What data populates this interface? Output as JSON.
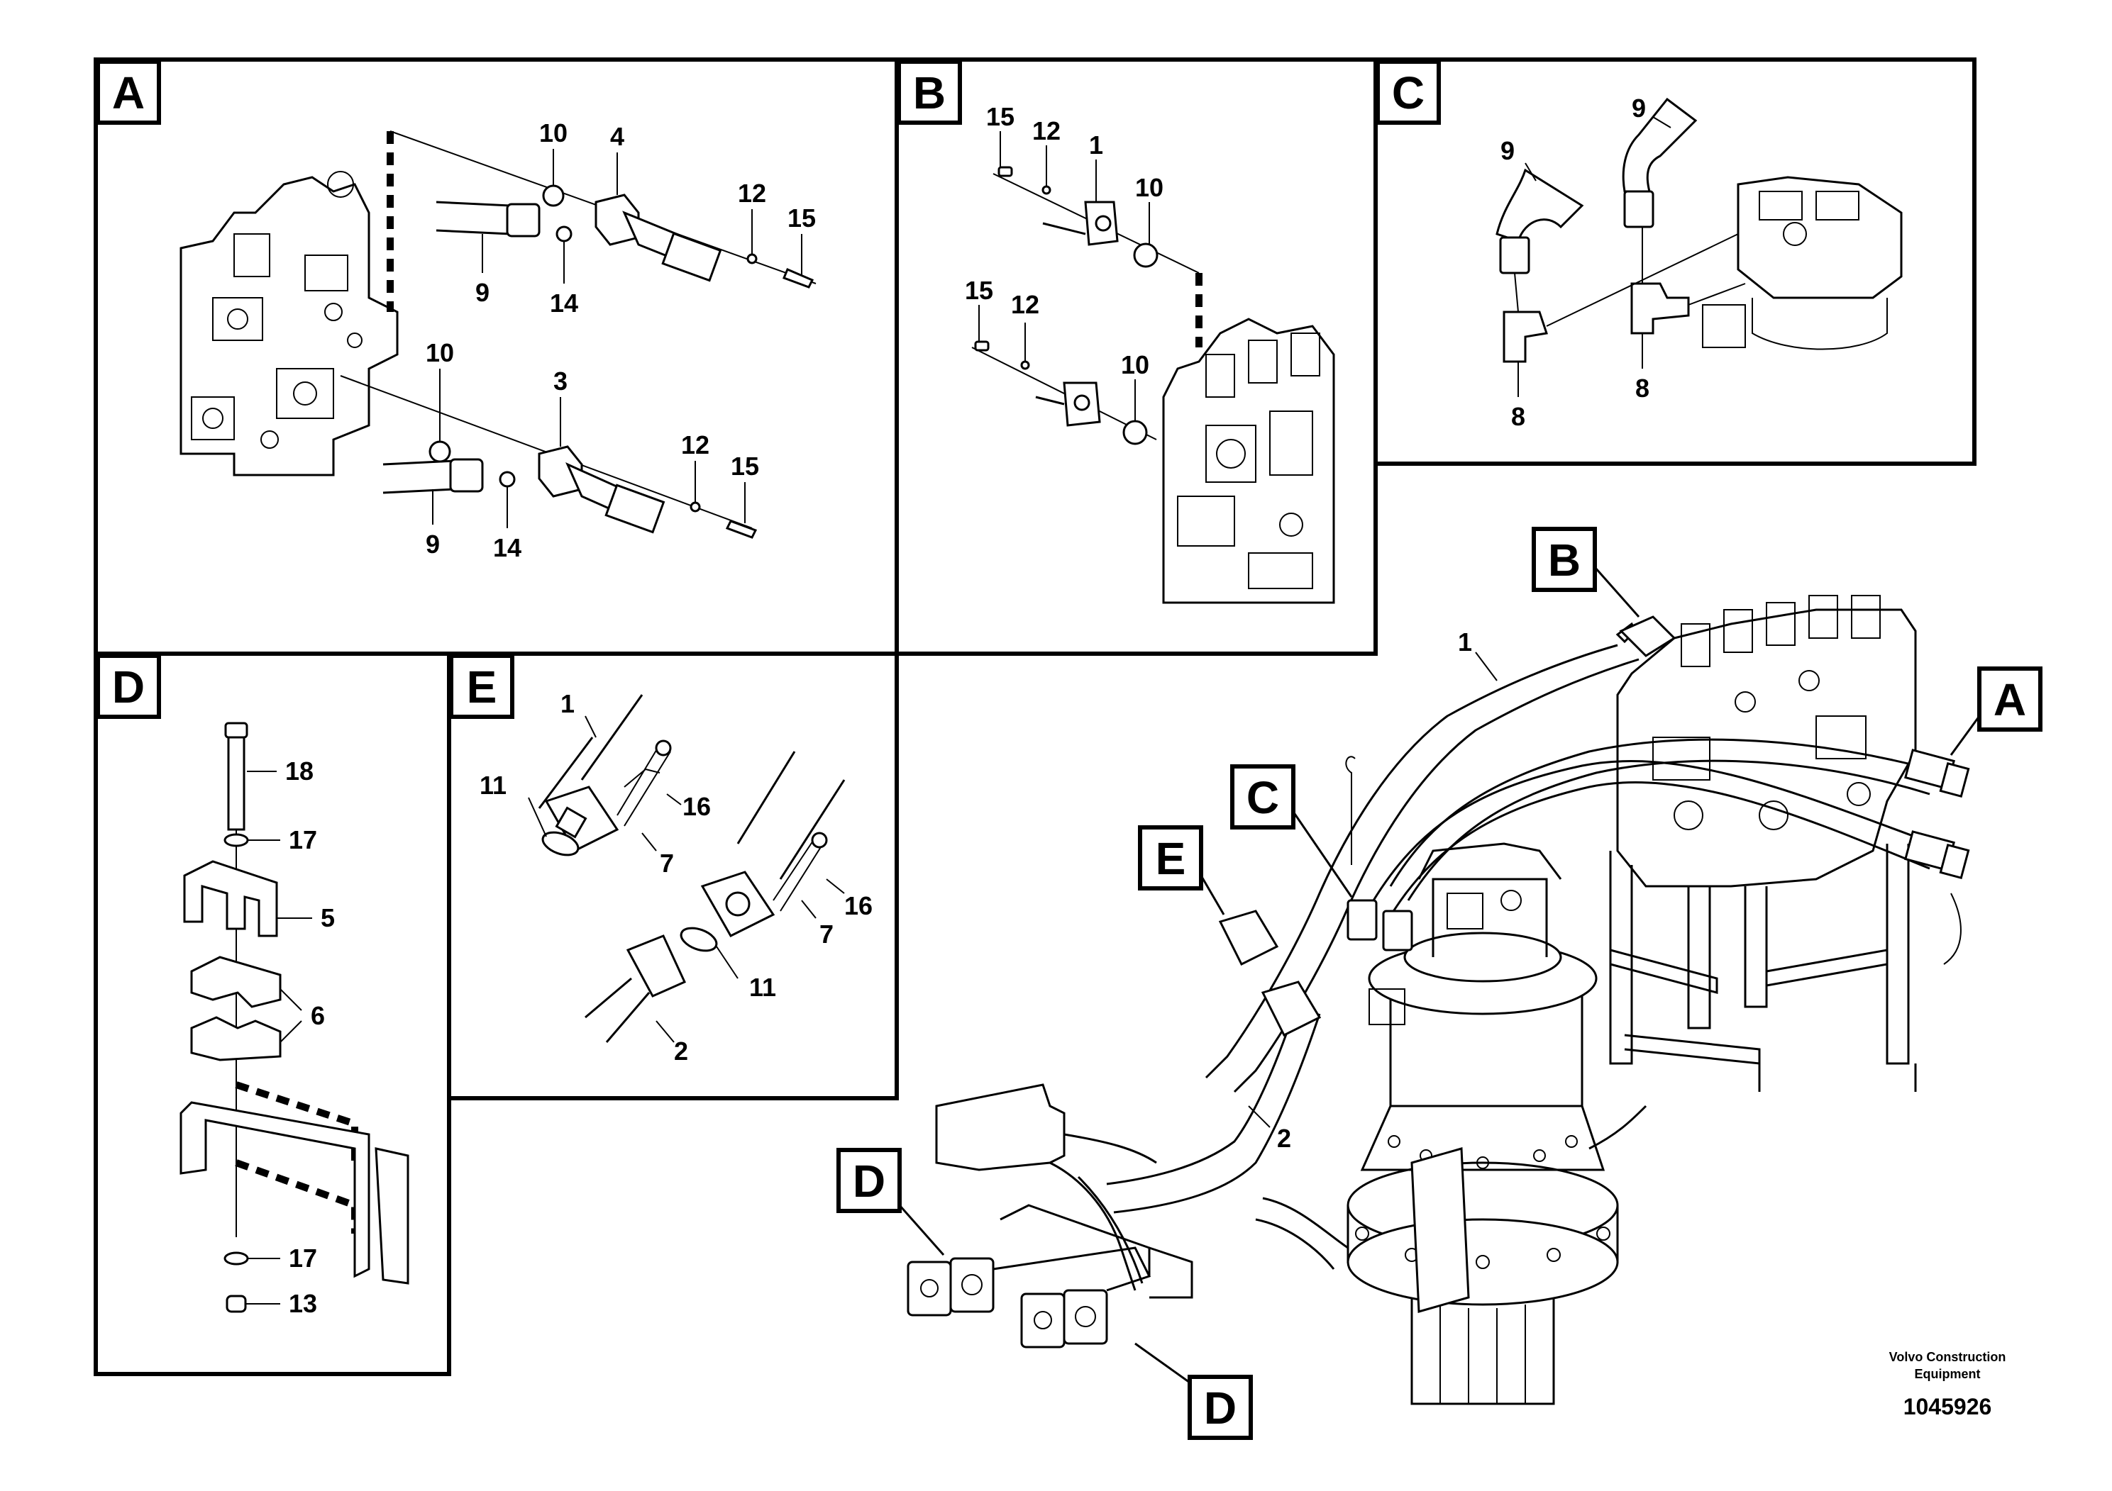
{
  "panels": [
    {
      "letter": "A",
      "callouts": [
        "10",
        "4",
        "12",
        "15",
        "9",
        "14",
        "10",
        "3",
        "12",
        "15",
        "9",
        "14"
      ]
    },
    {
      "letter": "B",
      "callouts": [
        "15",
        "12",
        "1",
        "10",
        "15",
        "12",
        "10"
      ]
    },
    {
      "letter": "C",
      "callouts": [
        "9",
        "9",
        "8",
        "8"
      ]
    },
    {
      "letter": "D",
      "callouts": [
        "18",
        "17",
        "5",
        "6",
        "17",
        "13"
      ]
    },
    {
      "letter": "E",
      "callouts": [
        "1",
        "11",
        "16",
        "7",
        "16",
        "7",
        "11",
        "2"
      ]
    }
  ],
  "main_view": {
    "callouts": [
      "1",
      "2"
    ],
    "detail_refs": [
      "B",
      "A",
      "C",
      "E",
      "D",
      "D"
    ]
  },
  "footer": {
    "brand_line1": "Volvo Construction",
    "brand_line2": "Equipment",
    "doc_number": "1045926"
  }
}
